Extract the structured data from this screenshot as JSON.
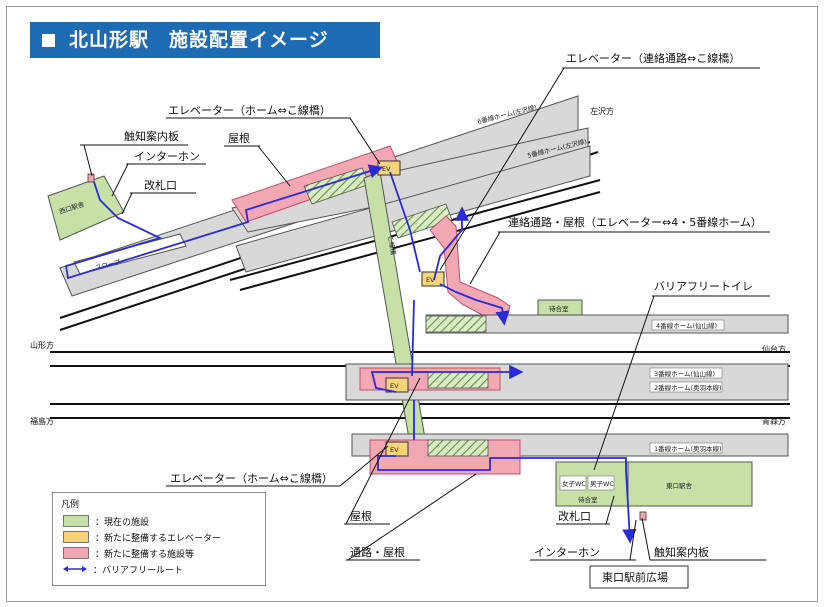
{
  "title": "北山形駅　施設配置イメージ",
  "directions": {
    "sawa": "左沢方",
    "yamagata": "山形方",
    "sendai": "仙台方",
    "fukushima": "福島方",
    "aomori": "青森方"
  },
  "platforms": {
    "p6": "6番線ホーム(左沢線)",
    "p5": "5番線ホーム(左沢線)",
    "p4": "4番線ホーム(仙山線)",
    "p3": "3番線ホーム(仙山線)",
    "p2": "2番線ホーム(奥羽本線)",
    "p1": "1番線ホーム(奥羽本線)"
  },
  "buildings": {
    "west": "西口駅舎",
    "east": "東口駅舎",
    "bridge": "こ線橋",
    "slope": "スロープ",
    "waiting_upper": "待合室",
    "waiting_lower": "待合室",
    "wc_f": "女子WC",
    "wc_m": "男子WC",
    "ev": "EV"
  },
  "callouts": {
    "tactile_w": "触知案内板",
    "intercom_w": "インターホン",
    "gate_w": "改札口",
    "roof_w": "屋根",
    "ev_home_upper": "エレベーター（ホーム⇔こ線橋）",
    "ev_link": "エレベーター（連絡通路⇔こ線橋）",
    "link_roof": "連絡通路・屋根（エレベーター⇔4・5番線ホーム）",
    "barrier_free_toilet": "バリアフリートイレ",
    "ev_home_lower": "エレベーター（ホーム⇔こ線橋）",
    "roof_lower": "屋根",
    "passage_roof": "通路・屋根",
    "gate_e": "改札口",
    "intercom_e": "インターホン",
    "tactile_e": "触知案内板",
    "east_plaza": "東口駅前広場"
  },
  "legend": {
    "title": "凡例",
    "items": [
      {
        "label": "：現在の施設",
        "color": "#c6e0a8"
      },
      {
        "label": "：新たに整備するエレベーター",
        "color": "#f7d47a"
      },
      {
        "label": "：新たに整備する施設等",
        "color": "#f2a8b4"
      },
      {
        "label": "：バリアフリールート",
        "color": "#2b2bd6"
      }
    ]
  }
}
